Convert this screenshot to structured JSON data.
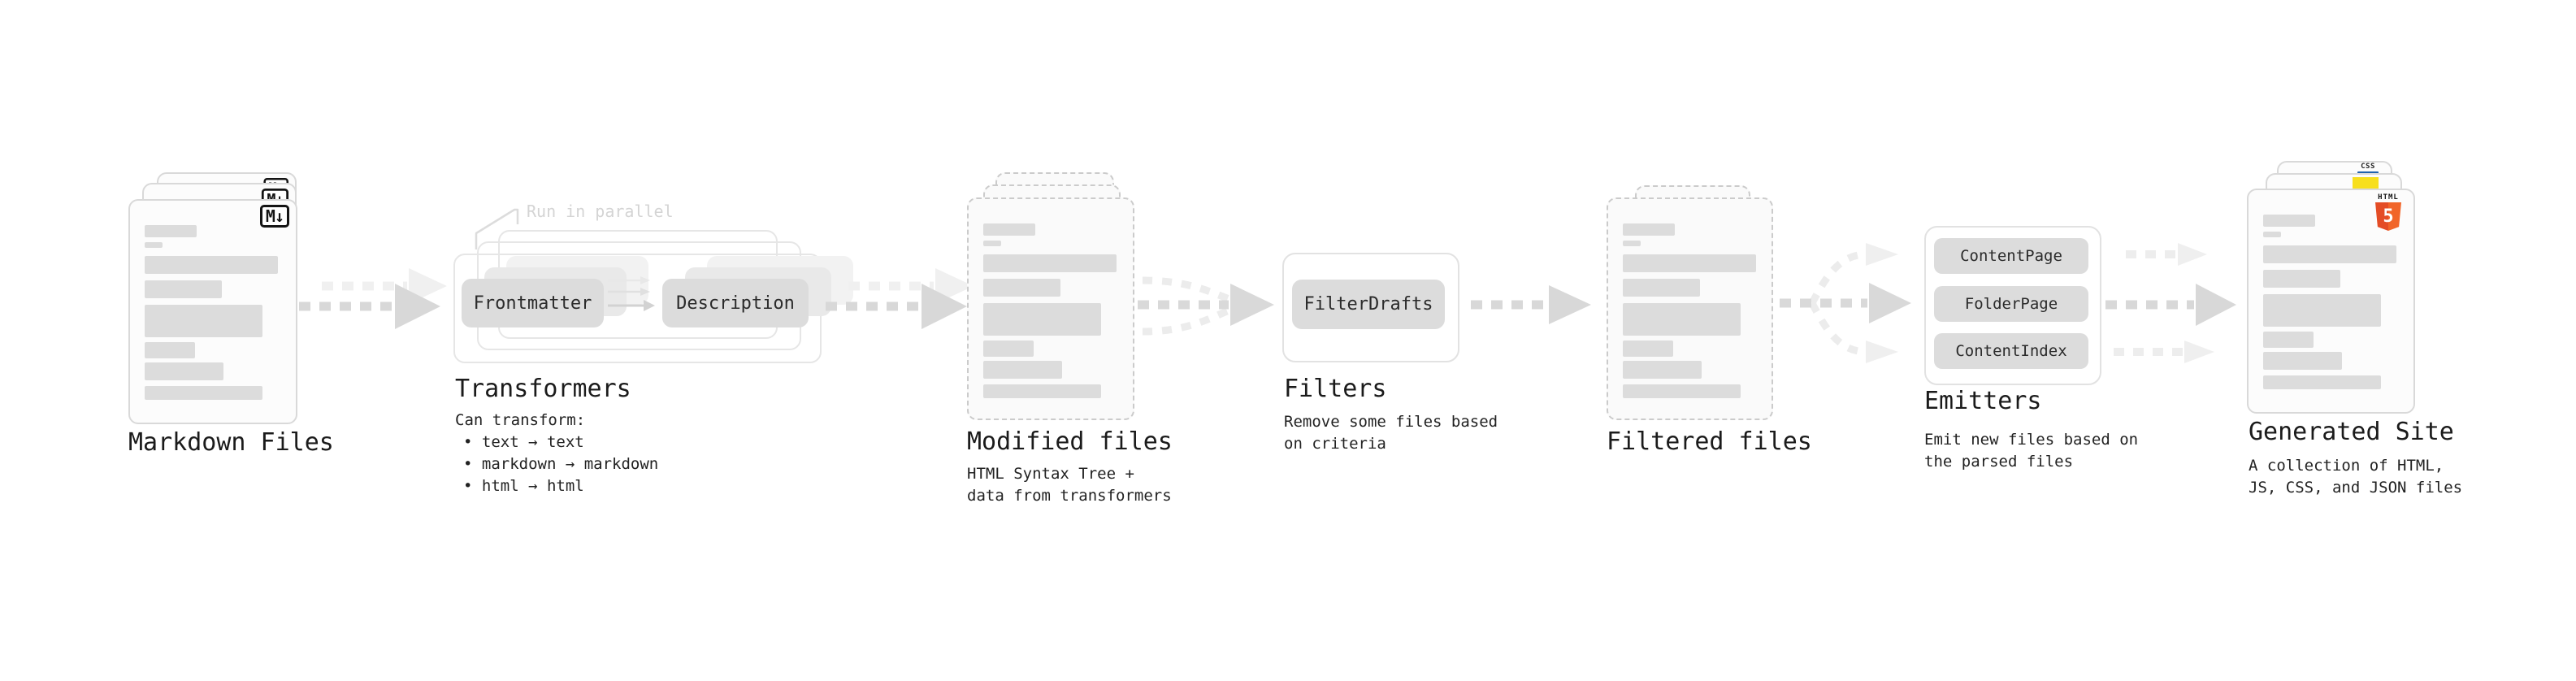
{
  "stages": {
    "markdown": {
      "label": "Markdown Files",
      "file_badge": "M↓"
    },
    "transformers": {
      "label": "Transformers",
      "annotation": "Run in parallel",
      "pill_frontmatter": "Frontmatter",
      "pill_description": "Description",
      "desc_title": "Can transform:",
      "bullets": [
        "• text → text",
        "• markdown → markdown",
        "• html → html"
      ]
    },
    "modified": {
      "label": "Modified files",
      "desc_line1": "HTML Syntax Tree +",
      "desc_line2": "data from transformers"
    },
    "filters": {
      "label": "Filters",
      "pill_filterdrafts": "FilterDrafts",
      "desc_line1": "Remove some files based",
      "desc_line2": "on criteria"
    },
    "filtered": {
      "label": "Filtered files"
    },
    "emitters": {
      "label": "Emitters",
      "pill_contentpage": "ContentPage",
      "pill_folderpage": "FolderPage",
      "pill_contentindex": "ContentIndex",
      "desc_line1": "Emit new files based on",
      "desc_line2": "the parsed files"
    },
    "generated": {
      "label": "Generated Site",
      "desc_line1": "A collection of HTML,",
      "desc_line2": "JS, CSS, and JSON files",
      "badge_html_label": "HTML",
      "badge_html_number": "5",
      "badge_css": "CSS"
    }
  },
  "colors": {
    "html5_orange": "#e44d26",
    "html5_orange_light": "#f16529",
    "js_yellow": "#f7df1e",
    "css_blue": "#2062af",
    "skeleton_gray": "#dcdcdc",
    "arrow_gray": "#d8d8d8",
    "arrow_ghost_gray": "#f0f0f0"
  }
}
